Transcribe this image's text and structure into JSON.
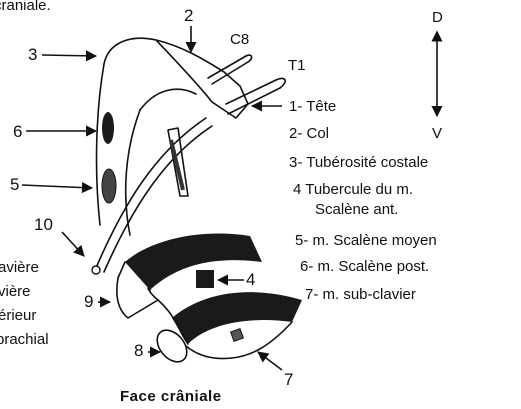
{
  "top_cut_text": "craniale.",
  "numbers": {
    "n2": "2",
    "n3": "3",
    "n6": "6",
    "n5": "5",
    "n10": "10",
    "n9": "9",
    "n8": "8",
    "n4": "4",
    "n7": "7"
  },
  "nerve_labels": {
    "c8": "C8",
    "t1": "T1"
  },
  "axis": {
    "top": "D",
    "bottom": "V"
  },
  "legend": [
    "1- Tête",
    "2- Col",
    "3-  Tubérosité costale",
    "4 Tubercule du m.",
    "Scalène ant.",
    "5- m. Scalène moyen",
    "6- m. Scalène post.",
    "7- m. sub-clavier"
  ],
  "left_cut_text": [
    "avière",
    "vière",
    "érieur",
    "brachial"
  ],
  "caption": "Face crâniale",
  "colors": {
    "ink": "#111111",
    "paper": "#ffffff",
    "muscle": "#1a1a1a"
  }
}
